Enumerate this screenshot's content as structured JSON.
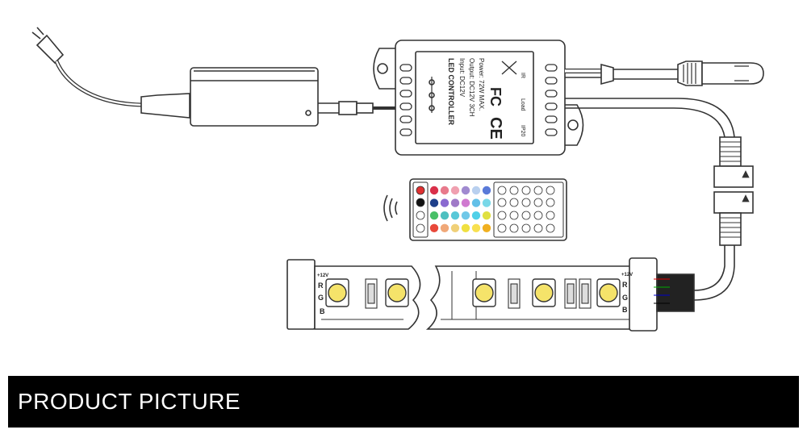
{
  "controller": {
    "title": "LED CONTROLLER",
    "input": "Input: DC12V",
    "output": "Output: DC12V  3CH",
    "power": "Power: 72W MAX.",
    "ir": "IR",
    "load": "Load",
    "rating": "IP20",
    "ce_mark": "CE",
    "fc_mark": "FC"
  },
  "strip": {
    "pin_plus": "+12V",
    "pin_r": "R",
    "pin_g": "G",
    "pin_b": "B"
  },
  "remote_colors": [
    "#d9304a",
    "#e87a8c",
    "#f0a0b0",
    "#a08ad0",
    "#b9d0ef",
    "#5a7ad8",
    "#1e3f8a",
    "#8a6ad0",
    "#a07ac8",
    "#d07ad0",
    "#62c0e8",
    "#7ad8e8",
    "#48c068",
    "#4ec0c0",
    "#58c8d8",
    "#70c8e8",
    "#50d0e8",
    "#e0e040",
    "#e8483a",
    "#f0a878",
    "#f0d078",
    "#f0e040",
    "#f8e050",
    "#f0b020"
  ],
  "led_color": "#f5e36a",
  "banner": {
    "title": "PRODUCT PICTURE",
    "background": "#000000",
    "text_color": "#ffffff"
  }
}
